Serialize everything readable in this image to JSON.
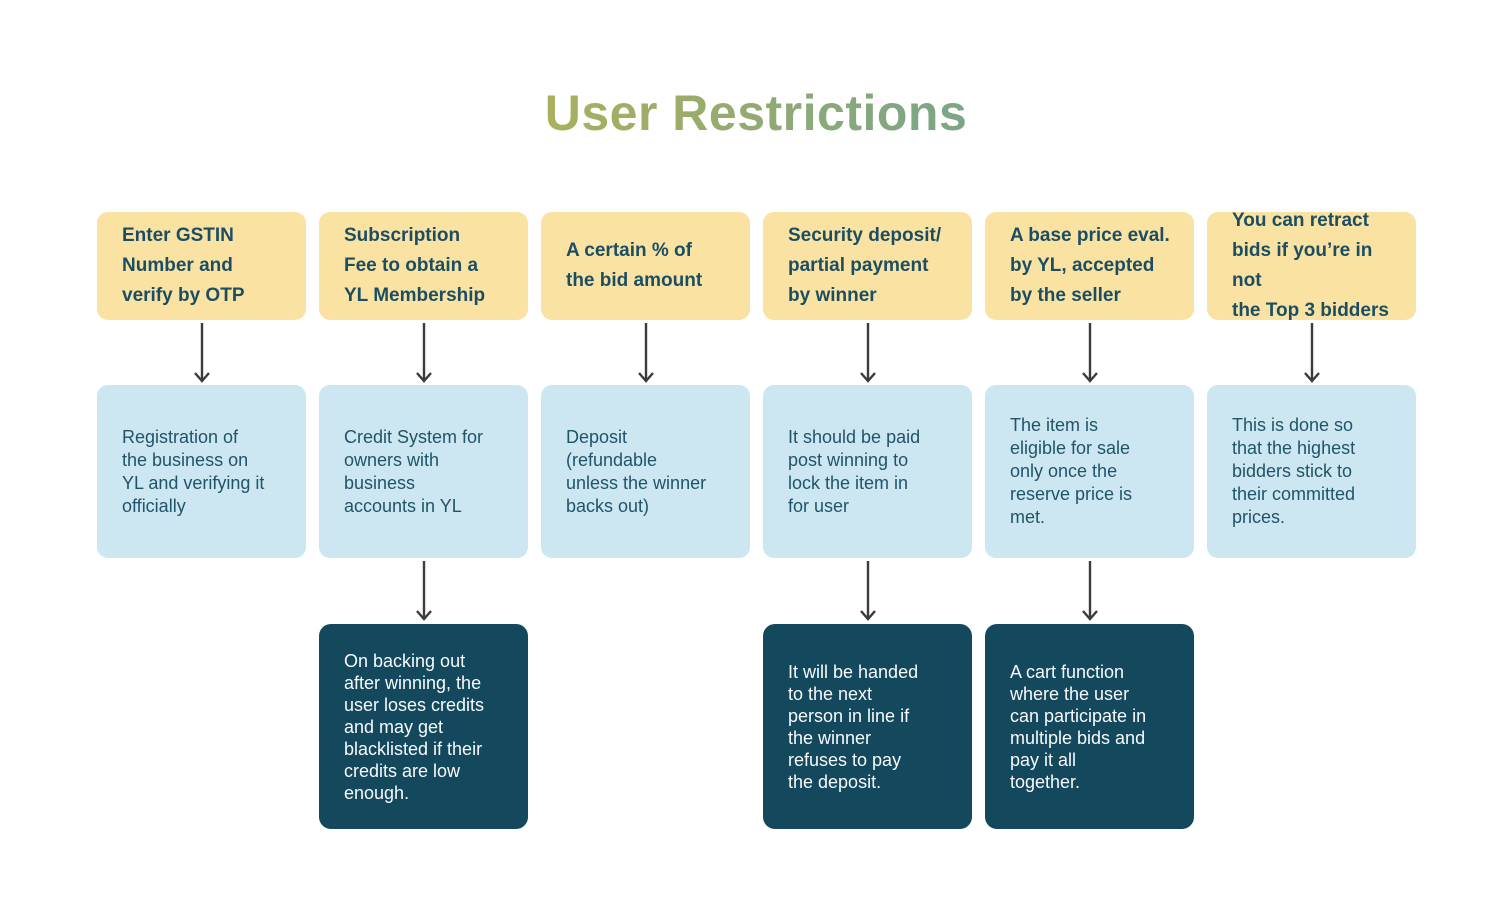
{
  "title": "User Restrictions",
  "theme": {
    "title_gradient": [
      "#eec32d",
      "#84a77f",
      "#4b97bc"
    ],
    "header_card_bg": "#fae3a2",
    "mid_card_bg": "#cce7f2",
    "bottom_card_bg": "#14485c",
    "header_text_color": "#1c4e63",
    "mid_text_color": "#215469",
    "bottom_text_color": "#ffffff",
    "arrow_color": "#3b3b3b"
  },
  "columns": [
    {
      "header": "Enter GSTIN\nNumber and\nverify by OTP",
      "mid": "Registration of\nthe business on\nYL and verifying it\nofficially"
    },
    {
      "header": "Subscription\nFee to obtain a\nYL Membership",
      "mid": "Credit System for\nowners with\nbusiness\naccounts in YL",
      "bottom": "On backing out\nafter winning, the\nuser loses credits\nand may get\nblacklisted if their\ncredits are low\nenough."
    },
    {
      "header": "A certain % of\nthe bid amount",
      "mid": "Deposit\n(refundable\nunless the winner\nbacks out)"
    },
    {
      "header": "Security deposit/\npartial payment\nby  winner",
      "mid": "It should be paid\npost winning to\nlock the item in\nfor user",
      "bottom": "It will be handed\nto the next\nperson in line if\nthe winner\nrefuses to pay\nthe deposit."
    },
    {
      "header": "A base price eval.\nby YL, accepted\nby the seller",
      "mid": "The item is\neligible for sale\nonly once the\nreserve price is\nmet.",
      "bottom": "A cart function\nwhere the user\ncan participate in\nmultiple bids and\npay it all\ntogether."
    },
    {
      "header": "You can retract\nbids if you’re in not\nthe Top 3 bidders",
      "mid": "This is done so\nthat the highest\nbidders stick to\ntheir committed\nprices."
    }
  ]
}
